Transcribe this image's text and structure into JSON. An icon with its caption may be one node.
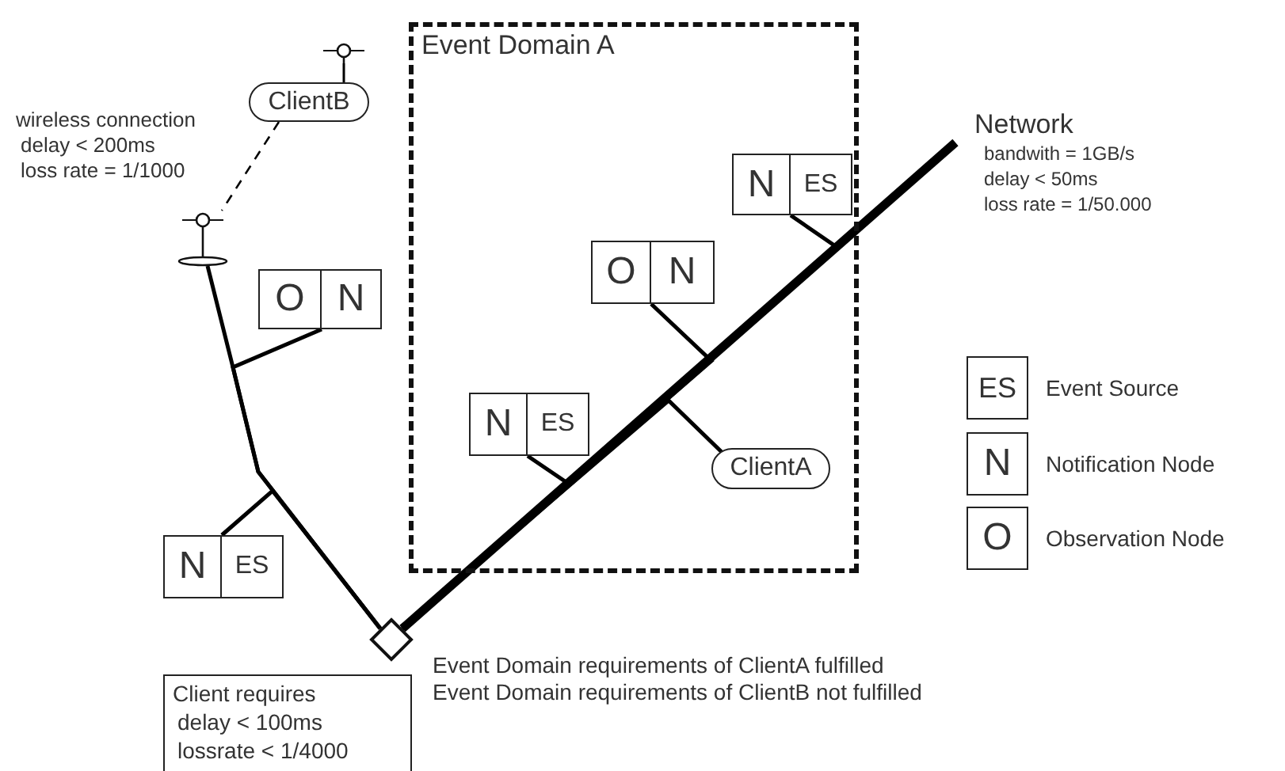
{
  "diagram": {
    "nodes": [
      {
        "text": [],
        "shape": "antenna"
      },
      {
        "text": [
          "ClientB"
        ]
      },
      {
        "text": [
          "Event Domain A"
        ]
      },
      {
        "text": [
          "N",
          "ES"
        ],
        "in": 2
      },
      {
        "text": [
          "Network",
          "bandwith = 1GB/s",
          "delay < 50ms",
          "loss rate = 1/50.000"
        ]
      },
      {
        "text": [],
        "shape": "antenna"
      },
      {
        "text": [
          "O",
          "N"
        ]
      },
      {
        "text": [
          "O",
          "N"
        ],
        "in": 2
      },
      {
        "text": [
          "N",
          "ES"
        ],
        "in": 2
      },
      {
        "text": [
          "ClientA"
        ],
        "in": 2
      },
      {
        "text": [
          "N",
          "ES"
        ]
      },
      {
        "text": [],
        "shape": "diamond"
      },
      {
        "text": [
          "Client requires",
          "delay < 100ms",
          "lossrate < 1/4000"
        ]
      }
    ],
    "edges": [
      {
        "from": 0,
        "to": 1,
        "arrow": "none"
      },
      {
        "from": 1,
        "to": 5,
        "arrow": "none",
        "style": "dashed"
      },
      {
        "from": 5,
        "to": 11,
        "arrow": "none"
      },
      {
        "from": 6,
        "to": 11,
        "arrow": "none"
      },
      {
        "from": 10,
        "to": 11,
        "arrow": "none"
      },
      {
        "from": 11,
        "to": 4,
        "arrow": "none",
        "style": "thick"
      },
      {
        "from": 3,
        "to": 11,
        "arrow": "none"
      },
      {
        "from": 7,
        "to": 11,
        "arrow": "none"
      },
      {
        "from": 8,
        "to": 11,
        "arrow": "none"
      },
      {
        "from": 9,
        "to": 11,
        "arrow": "none"
      }
    ],
    "labels": [
      "wireless connection",
      "delay < 200ms",
      "loss rate = 1/1000",
      "ES",
      "N",
      "O",
      "Event Domain requirements of ClientA fulfilled",
      "Event Domain requirements of ClientB not fulfilled"
    ],
    "legend": [
      {
        "text": "Event Source"
      },
      {
        "text": "Notification Node"
      },
      {
        "text": "Observation Node"
      }
    ]
  }
}
